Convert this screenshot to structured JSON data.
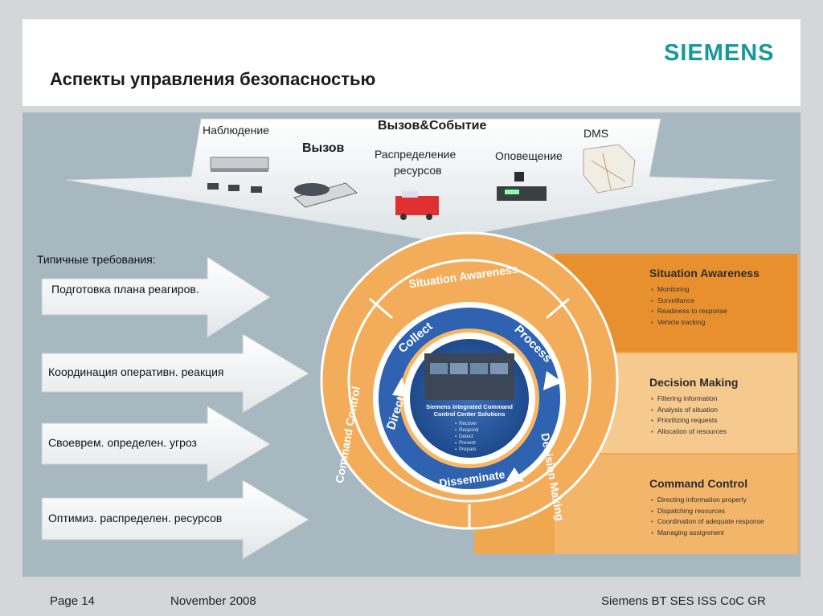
{
  "header": {
    "title": "Аспекты управления безопасностью",
    "brand": "SIEMENS"
  },
  "top_funnel": {
    "labels": {
      "surveillance": "Наблюдение",
      "call": "Вызов",
      "call_event": "Вызов&Событие",
      "resource_allocation_1": "Распределение",
      "resource_allocation_2": "ресурсов",
      "notification": "Оповещение",
      "dms": "DMS"
    }
  },
  "requirements": {
    "heading": "Типичные требования:",
    "items": [
      "Подготовка плана реагиров.",
      "Координация оперативн. реакция",
      "Своеврем. определен. угроз",
      "Оптимиз. распределен. ресурсов"
    ]
  },
  "cycle": {
    "outer_ring": [
      "Situation Awareness",
      "Decision Making",
      "Command Control"
    ],
    "steps": [
      "Collect",
      "Process",
      "Disseminate",
      "Direct"
    ],
    "core": {
      "title_1": "Siemens Integrated Command",
      "title_2": "Control Center Solutions",
      "items": [
        "Recover",
        "Respond",
        "Detect",
        "Prevent",
        "Prepare"
      ]
    }
  },
  "side_tabs": [
    {
      "title": "Situation Awareness",
      "items": [
        "Monitoring",
        "Surveillance",
        "Readiness to response",
        "Vehicle tracking"
      ]
    },
    {
      "title": "Decision Making",
      "items": [
        "Filtering information",
        "Analysis of situation",
        "Prioritizing requests",
        "Allocation of resources"
      ]
    },
    {
      "title": "Command Control",
      "items": [
        "Directing information properly",
        "Dispatching resources",
        "Coordination of adequate response",
        "Managing assignment"
      ]
    }
  ],
  "footer": {
    "page": "Page 14",
    "date": "November 2008",
    "org": "Siemens BT SES ISS CoC GR"
  },
  "colors": {
    "brand": "#159a9c",
    "orange": "#f0a850",
    "orange_dark": "#e08a2c",
    "blue": "#2a5fa8",
    "panel": "#a8b8c0"
  }
}
